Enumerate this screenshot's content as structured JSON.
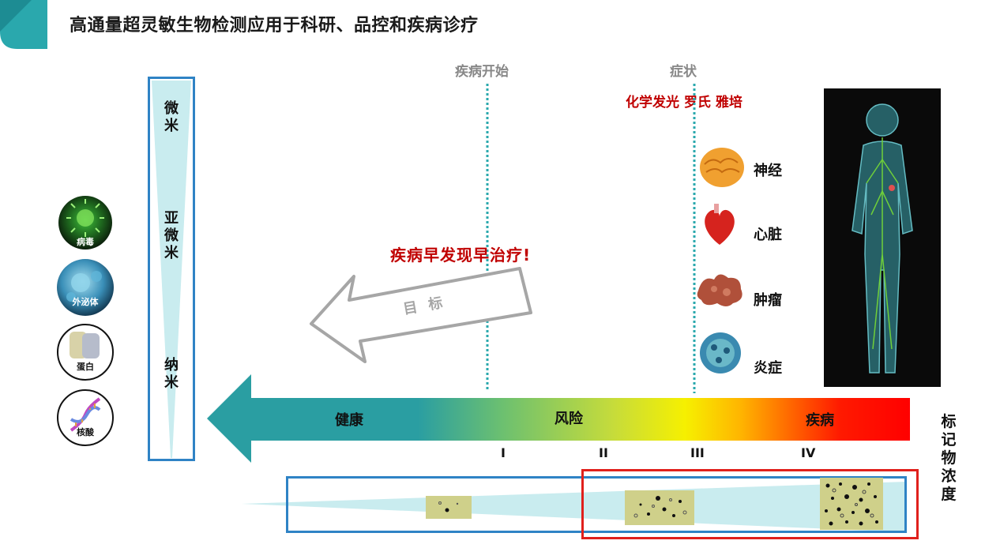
{
  "title": "高通量超灵敏生物检测应用于科研、品控和疾病诊疗",
  "scale": {
    "micro": [
      "微",
      "米"
    ],
    "submicro": [
      "亚",
      "微",
      "米"
    ],
    "nano": [
      "纳",
      "米"
    ]
  },
  "analytes": [
    {
      "label": "病毒",
      "icon": "virus-icon"
    },
    {
      "label": "外泌体",
      "icon": "exosome-icon"
    },
    {
      "label": "蛋白",
      "icon": "protein-icon"
    },
    {
      "label": "核酸",
      "icon": "dna-icon"
    }
  ],
  "markers": {
    "onset": "疾病开始",
    "symptom": "症状"
  },
  "methods": "化学发光 罗氏 雅培",
  "slogan": "疾病早发现早治疗!",
  "target_arrow_label": "目 标",
  "organs": [
    {
      "label": "神经",
      "icon": "brain-icon"
    },
    {
      "label": "心脏",
      "icon": "heart-icon"
    },
    {
      "label": "肿瘤",
      "icon": "tumor-icon"
    },
    {
      "label": "炎症",
      "icon": "inflammation-icon"
    }
  ],
  "stage_bar": {
    "healthy": "健康",
    "risk": "风险",
    "disease": "疾病"
  },
  "stages": [
    "I",
    "II",
    "III",
    "IV"
  ],
  "marker_concentration_label": [
    "标",
    "记",
    "物",
    "浓",
    "度"
  ],
  "colors": {
    "teal": "#2a9ea2",
    "blue_border": "#2f83c5",
    "red_border": "#e0201c",
    "red_text": "#c00000",
    "sample_fill": "#cfd08a",
    "wedge_fill": "#c9ecef"
  }
}
